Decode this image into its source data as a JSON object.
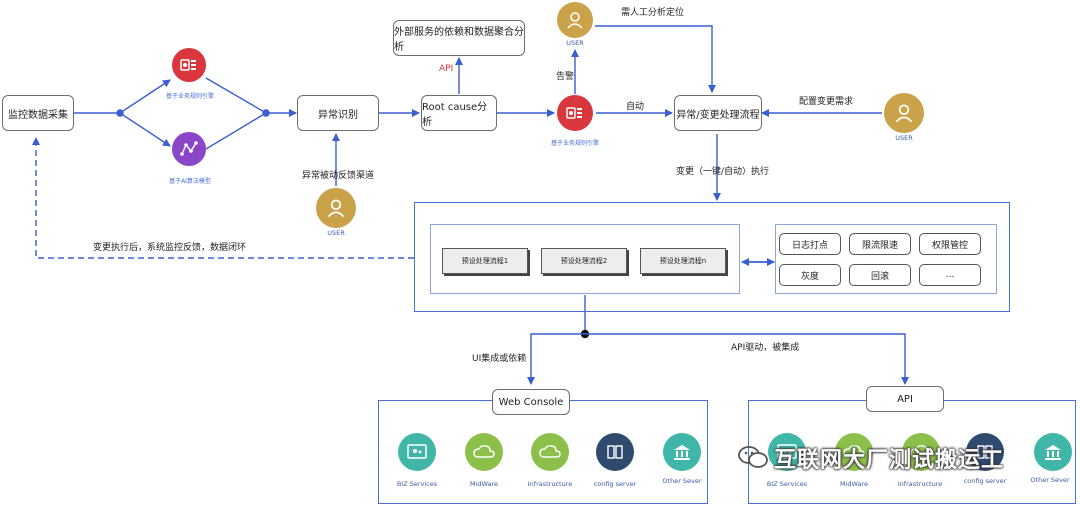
{
  "nodes": {
    "monitor": "监控数据采集",
    "anomaly": "异常识别",
    "rootcause": "Root cause分析",
    "external": "外部服务的依赖和数据聚合分析",
    "process": "异常/变更处理流程",
    "webconsole": "Web Console",
    "api_box": "API"
  },
  "icons": {
    "rule_engine_1": "基于业务规则引擎",
    "ai_model": "基于AI算法模型",
    "rule_engine_2": "基于业务规则引擎",
    "user_top": "USER",
    "user_right": "USER",
    "user_bottom": "USER"
  },
  "edge_labels": {
    "api": "API",
    "alert": "告警",
    "manual": "需人工分析定位",
    "auto": "自动",
    "config_change": "配置变更需求",
    "passive_feedback": "异常被动反馈渠道",
    "execute": "变更（一键/自动）执行",
    "feedback_loop": "变更执行后，系统监控反馈，数据闭环",
    "ui_integration": "UI集成或依赖",
    "api_driven": "API驱动，被集成"
  },
  "presets": [
    "预设处理流程1",
    "预设处理流程2",
    "预设处理流程n"
  ],
  "features": [
    "日志打点",
    "限流限速",
    "权限管控",
    "灰度",
    "回滚",
    "…"
  ],
  "services_left": [
    "BIZ Services",
    "MidWare",
    "Infrastructure",
    "config server",
    "Other Sever"
  ],
  "services_right": [
    "BIZ Services",
    "MidWare",
    "Infrastructure",
    "config server",
    "Other Sever"
  ],
  "watermark": "互联网大厂测试搬运工",
  "colors": {
    "arrow": "#3a5fd0",
    "teal": "#3fb6a8",
    "green": "#8cc04a",
    "navy": "#2f4a6e",
    "red": "#d9363e",
    "purple": "#8a45c8",
    "gold": "#c9a24a"
  }
}
